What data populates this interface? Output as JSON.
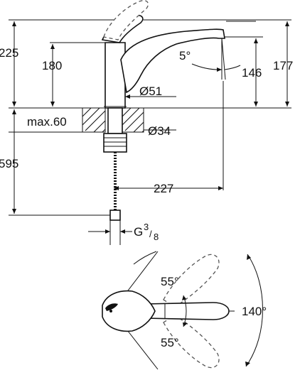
{
  "side_view": {
    "dims": {
      "total_height": "225",
      "body_height": "180",
      "spout_angle": "5°",
      "spout_height": "146",
      "spout_top": "177",
      "base_diameter": "Ø51",
      "max_thickness": "max.60",
      "hole_diameter": "Ø34",
      "below_depth": "595",
      "reach": "227",
      "thread": "G",
      "thread_num": "3",
      "thread_den": "8"
    }
  },
  "top_view": {
    "dims": {
      "swing_left": "55°",
      "swing_right": "55°",
      "swing_total": "140°"
    }
  },
  "colors": {
    "line": "#111111",
    "ghost": "#555555",
    "background": "#ffffff"
  }
}
